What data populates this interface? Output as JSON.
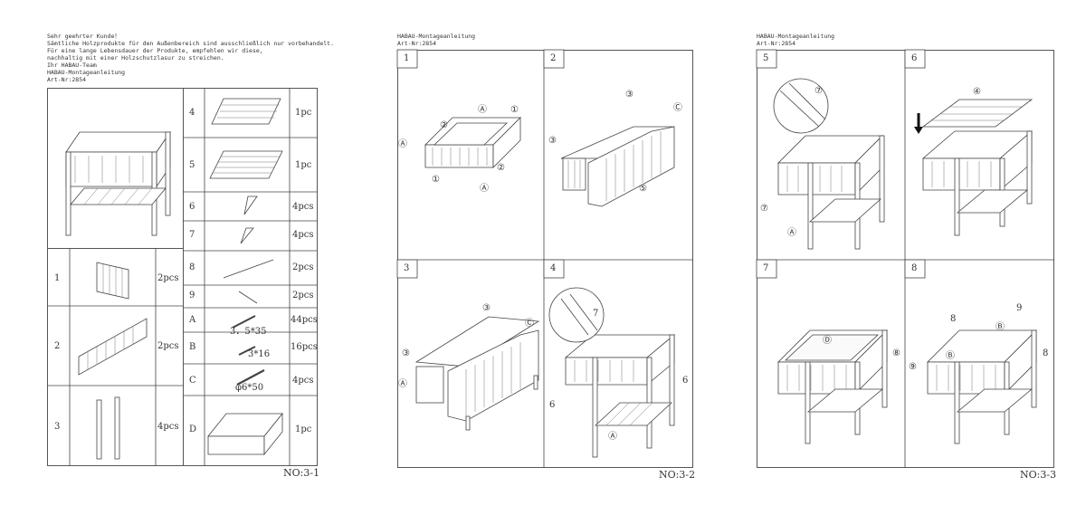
{
  "page1": {
    "intro": [
      "Sehr geehrter Kunde！",
      "Sämtliche Holzprodukte für den Außenbereich sind ausschließlich nur vorbehandelt.",
      "Für eine lange Lebensdauer der Produkte, empfehlen wir diese,",
      "nachhaltig mit einer Holzschutzlasur zu streichen.",
      "Ihr HABAU-Team"
    ],
    "header_title": "HABAU-Montageanleitung",
    "header_art": "Art-Nr:2854",
    "parts_left": [
      {
        "num": "1",
        "qty": "2pcs"
      },
      {
        "num": "2",
        "qty": "2pcs"
      },
      {
        "num": "3",
        "qty": "4pcs"
      }
    ],
    "parts_right": [
      {
        "num": "4",
        "qty": "1pc"
      },
      {
        "num": "5",
        "qty": "1pc"
      },
      {
        "num": "6",
        "qty": "4pcs"
      },
      {
        "num": "7",
        "qty": "4pcs"
      },
      {
        "num": "8",
        "qty": "2pcs"
      },
      {
        "num": "9",
        "qty": "2pcs"
      },
      {
        "num": "A",
        "qty": "44pcs",
        "size": "3．5*35"
      },
      {
        "num": "B",
        "qty": "16pcs",
        "size": "3*16"
      },
      {
        "num": "C",
        "qty": "4pcs",
        "size": "φ6*50"
      },
      {
        "num": "D",
        "qty": "1pc"
      }
    ],
    "page_no": "NO:3-1"
  },
  "page2": {
    "header_title": "HABAU-Montageanleitung",
    "header_art": "Art-Nr:2854",
    "steps": [
      "1",
      "2",
      "3",
      "4"
    ],
    "callouts": {
      "one": "①",
      "two": "②",
      "three": "③",
      "five": "⑤",
      "six": "6",
      "A": "Ⓐ",
      "C": "Ⓒ",
      "seven": "7"
    },
    "page_no": "NO:3-2"
  },
  "page3": {
    "header_title": "HABAU-Montageanleitung",
    "header_art": "Art-Nr:2854",
    "steps": [
      "5",
      "6",
      "7",
      "8"
    ],
    "callouts": {
      "four": "④",
      "seven": "⑦",
      "eight": "⑧",
      "nine": "⑨",
      "eight_plain": "8",
      "nine_plain": "9",
      "A": "Ⓐ",
      "B": "Ⓑ",
      "D": "Ⓓ"
    },
    "page_no": "NO:3-3"
  }
}
